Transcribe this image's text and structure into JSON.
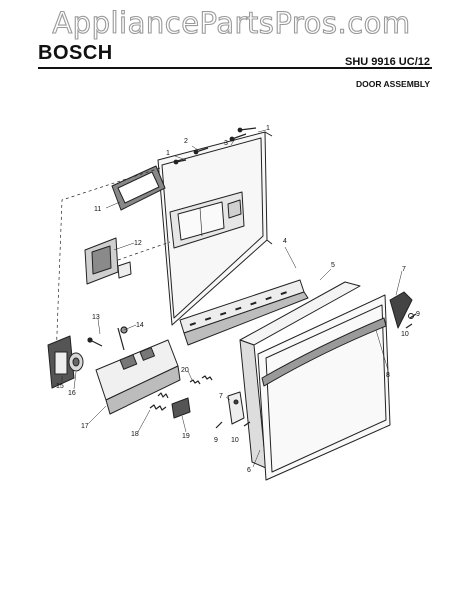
{
  "watermark": "AppliancePartsPros.com",
  "header": {
    "brand": "BOSCH",
    "model": "SHU 9916 UC/12",
    "section": "DOOR ASSEMBLY"
  },
  "callouts": [
    "1",
    "2",
    "3",
    "1",
    "11",
    "12",
    "4",
    "5",
    "7",
    "9",
    "10",
    "13",
    "14",
    "15",
    "16",
    "17",
    "18",
    "19",
    "20",
    "7",
    "9",
    "10",
    "8",
    "6"
  ]
}
